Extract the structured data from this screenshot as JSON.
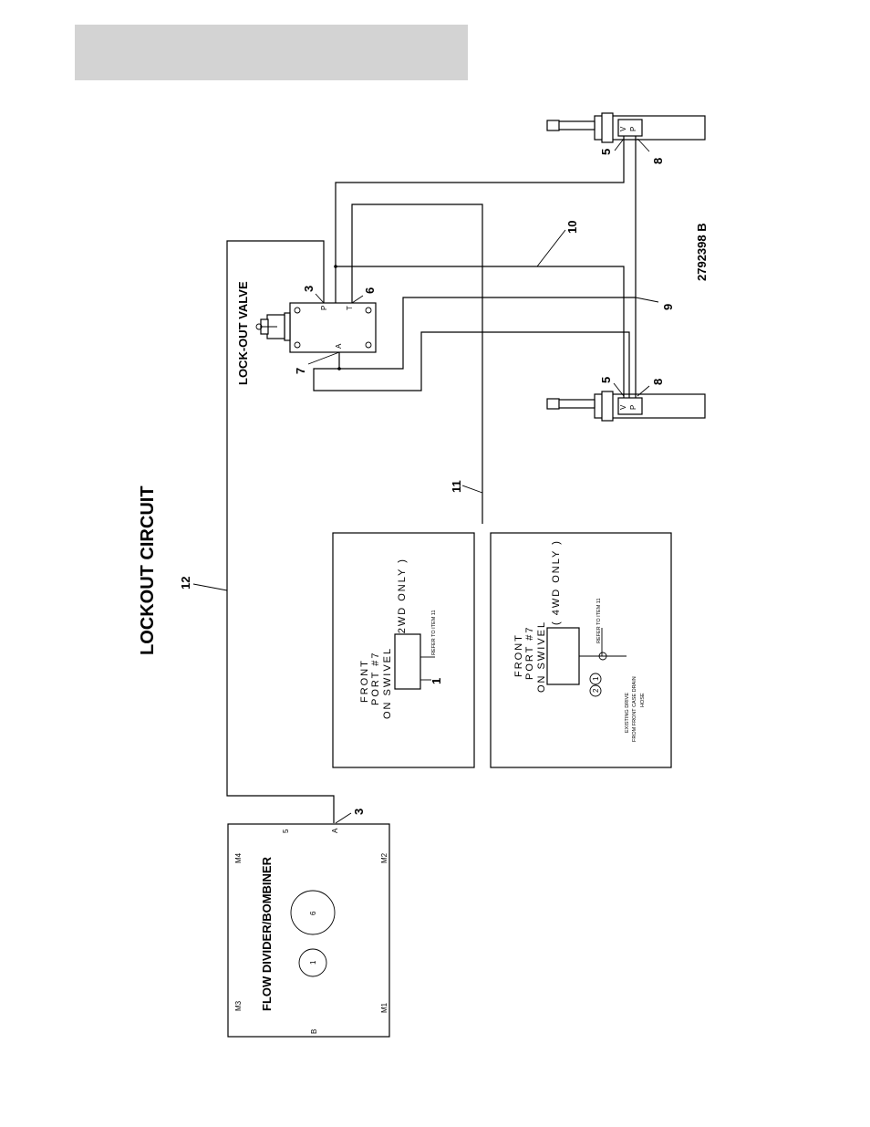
{
  "title": "LOCKOUT CIRCUIT",
  "drawing_number": "2792398 B",
  "components": {
    "lockout_valve": {
      "label": "LOCK-OUT VALVE",
      "ports": {
        "p": "P",
        "t": "T",
        "a": "A"
      }
    },
    "flow_divider": {
      "label": "FLOW DIVIDER/BOMBINER",
      "ports": {
        "m1": "M1",
        "m2": "M2",
        "m3": "M3",
        "m4": "M4",
        "a": "A",
        "b": "B",
        "five": "5"
      },
      "circles": {
        "one": "1",
        "six": "6"
      }
    },
    "cylinder_top": {
      "ports": {
        "v": "V",
        "p": "P"
      }
    },
    "cylinder_bottom": {
      "ports": {
        "v": "V",
        "p": "P"
      }
    }
  },
  "callouts": {
    "c3_valve": "3",
    "c6": "6",
    "c7": "7",
    "c5_top": "5",
    "c8_top": "8",
    "c10": "10",
    "c9": "9",
    "c5_bottom": "5",
    "c8_bottom": "8",
    "c11": "11",
    "c12": "12",
    "c3_divider": "3",
    "c1": "1",
    "c2": "2"
  },
  "notes": {
    "note_2wd": {
      "line1": "FRONT",
      "line2": "PORT #7",
      "line3": "ON SWIVEL",
      "line4": "( 2WD ONLY )",
      "refer": "REFER TO ITEM 11"
    },
    "note_4wd": {
      "line1": "FRONT",
      "line2": "PORT #7",
      "line3": "ON SWIVEL",
      "line4": "( 4WD ONLY )",
      "refer": "REFER TO ITEM 11",
      "existing1": "EXISTING DRIVE",
      "existing2": "FROM FRONT CASE DRAIN",
      "existing3": "HOSE"
    }
  }
}
